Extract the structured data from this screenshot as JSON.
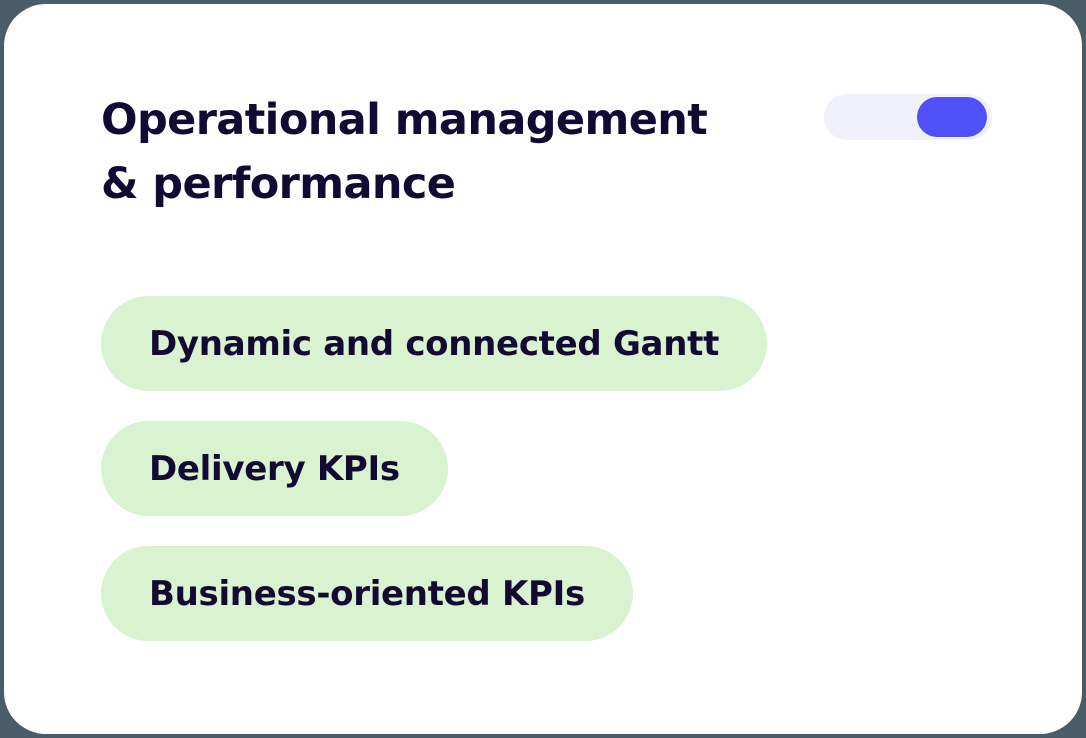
{
  "card": {
    "background_color": "#ffffff",
    "page_background_color": "#4a5c68"
  },
  "header": {
    "title": "Operational management\n& performance",
    "title_color": "#120a33",
    "toggle": {
      "name": "section-toggle",
      "state": "on",
      "track_color": "#f1f1fb",
      "knob_color": "#5050f8"
    }
  },
  "features": {
    "pill_background_color": "#d9f2d0",
    "pill_text_color": "#120a33",
    "items": [
      {
        "label": "Dynamic and connected Gantt"
      },
      {
        "label": "Delivery KPIs"
      },
      {
        "label": "Business-oriented KPIs"
      }
    ]
  }
}
